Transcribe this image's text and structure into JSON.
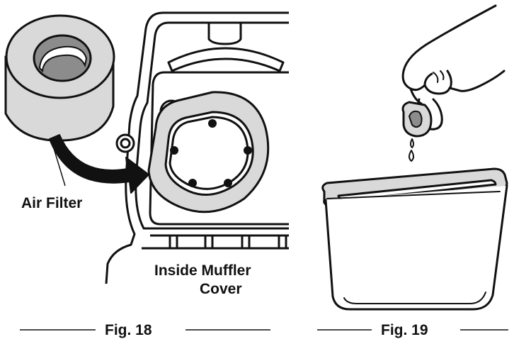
{
  "fig18": {
    "label_air_filter": "Air Filter",
    "label_cover_line1": "Inside Muffler",
    "label_cover_line2": "Cover",
    "caption": "Fig. 18"
  },
  "fig19": {
    "caption": "Fig. 19"
  },
  "colors": {
    "ink": "#111111",
    "filter_gray": "#d9d9d9",
    "filter_inner": "#8c8c8c",
    "arrow": "#111111"
  }
}
